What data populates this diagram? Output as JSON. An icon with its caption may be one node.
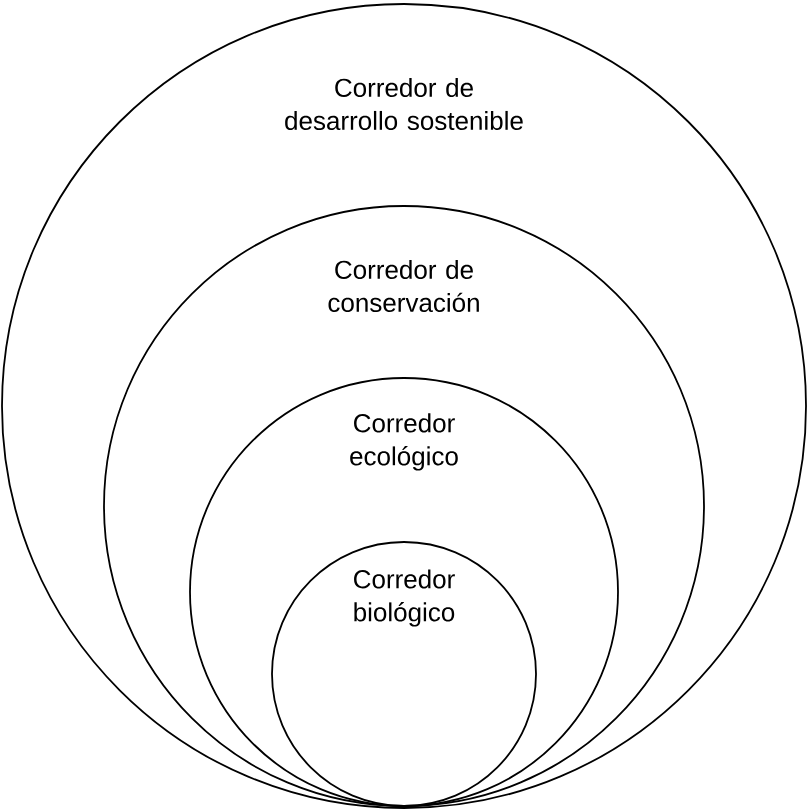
{
  "diagram": {
    "nodes": [
      {
        "text": [
          "Corredor de desarrollo sostenible"
        ]
      },
      {
        "text": [
          "Corredor de conservación"
        ],
        "in": 0
      },
      {
        "text": [
          "Corredor ecológico"
        ],
        "in": 1
      },
      {
        "text": [
          "Corredor biológico"
        ],
        "in": 2
      }
    ]
  }
}
